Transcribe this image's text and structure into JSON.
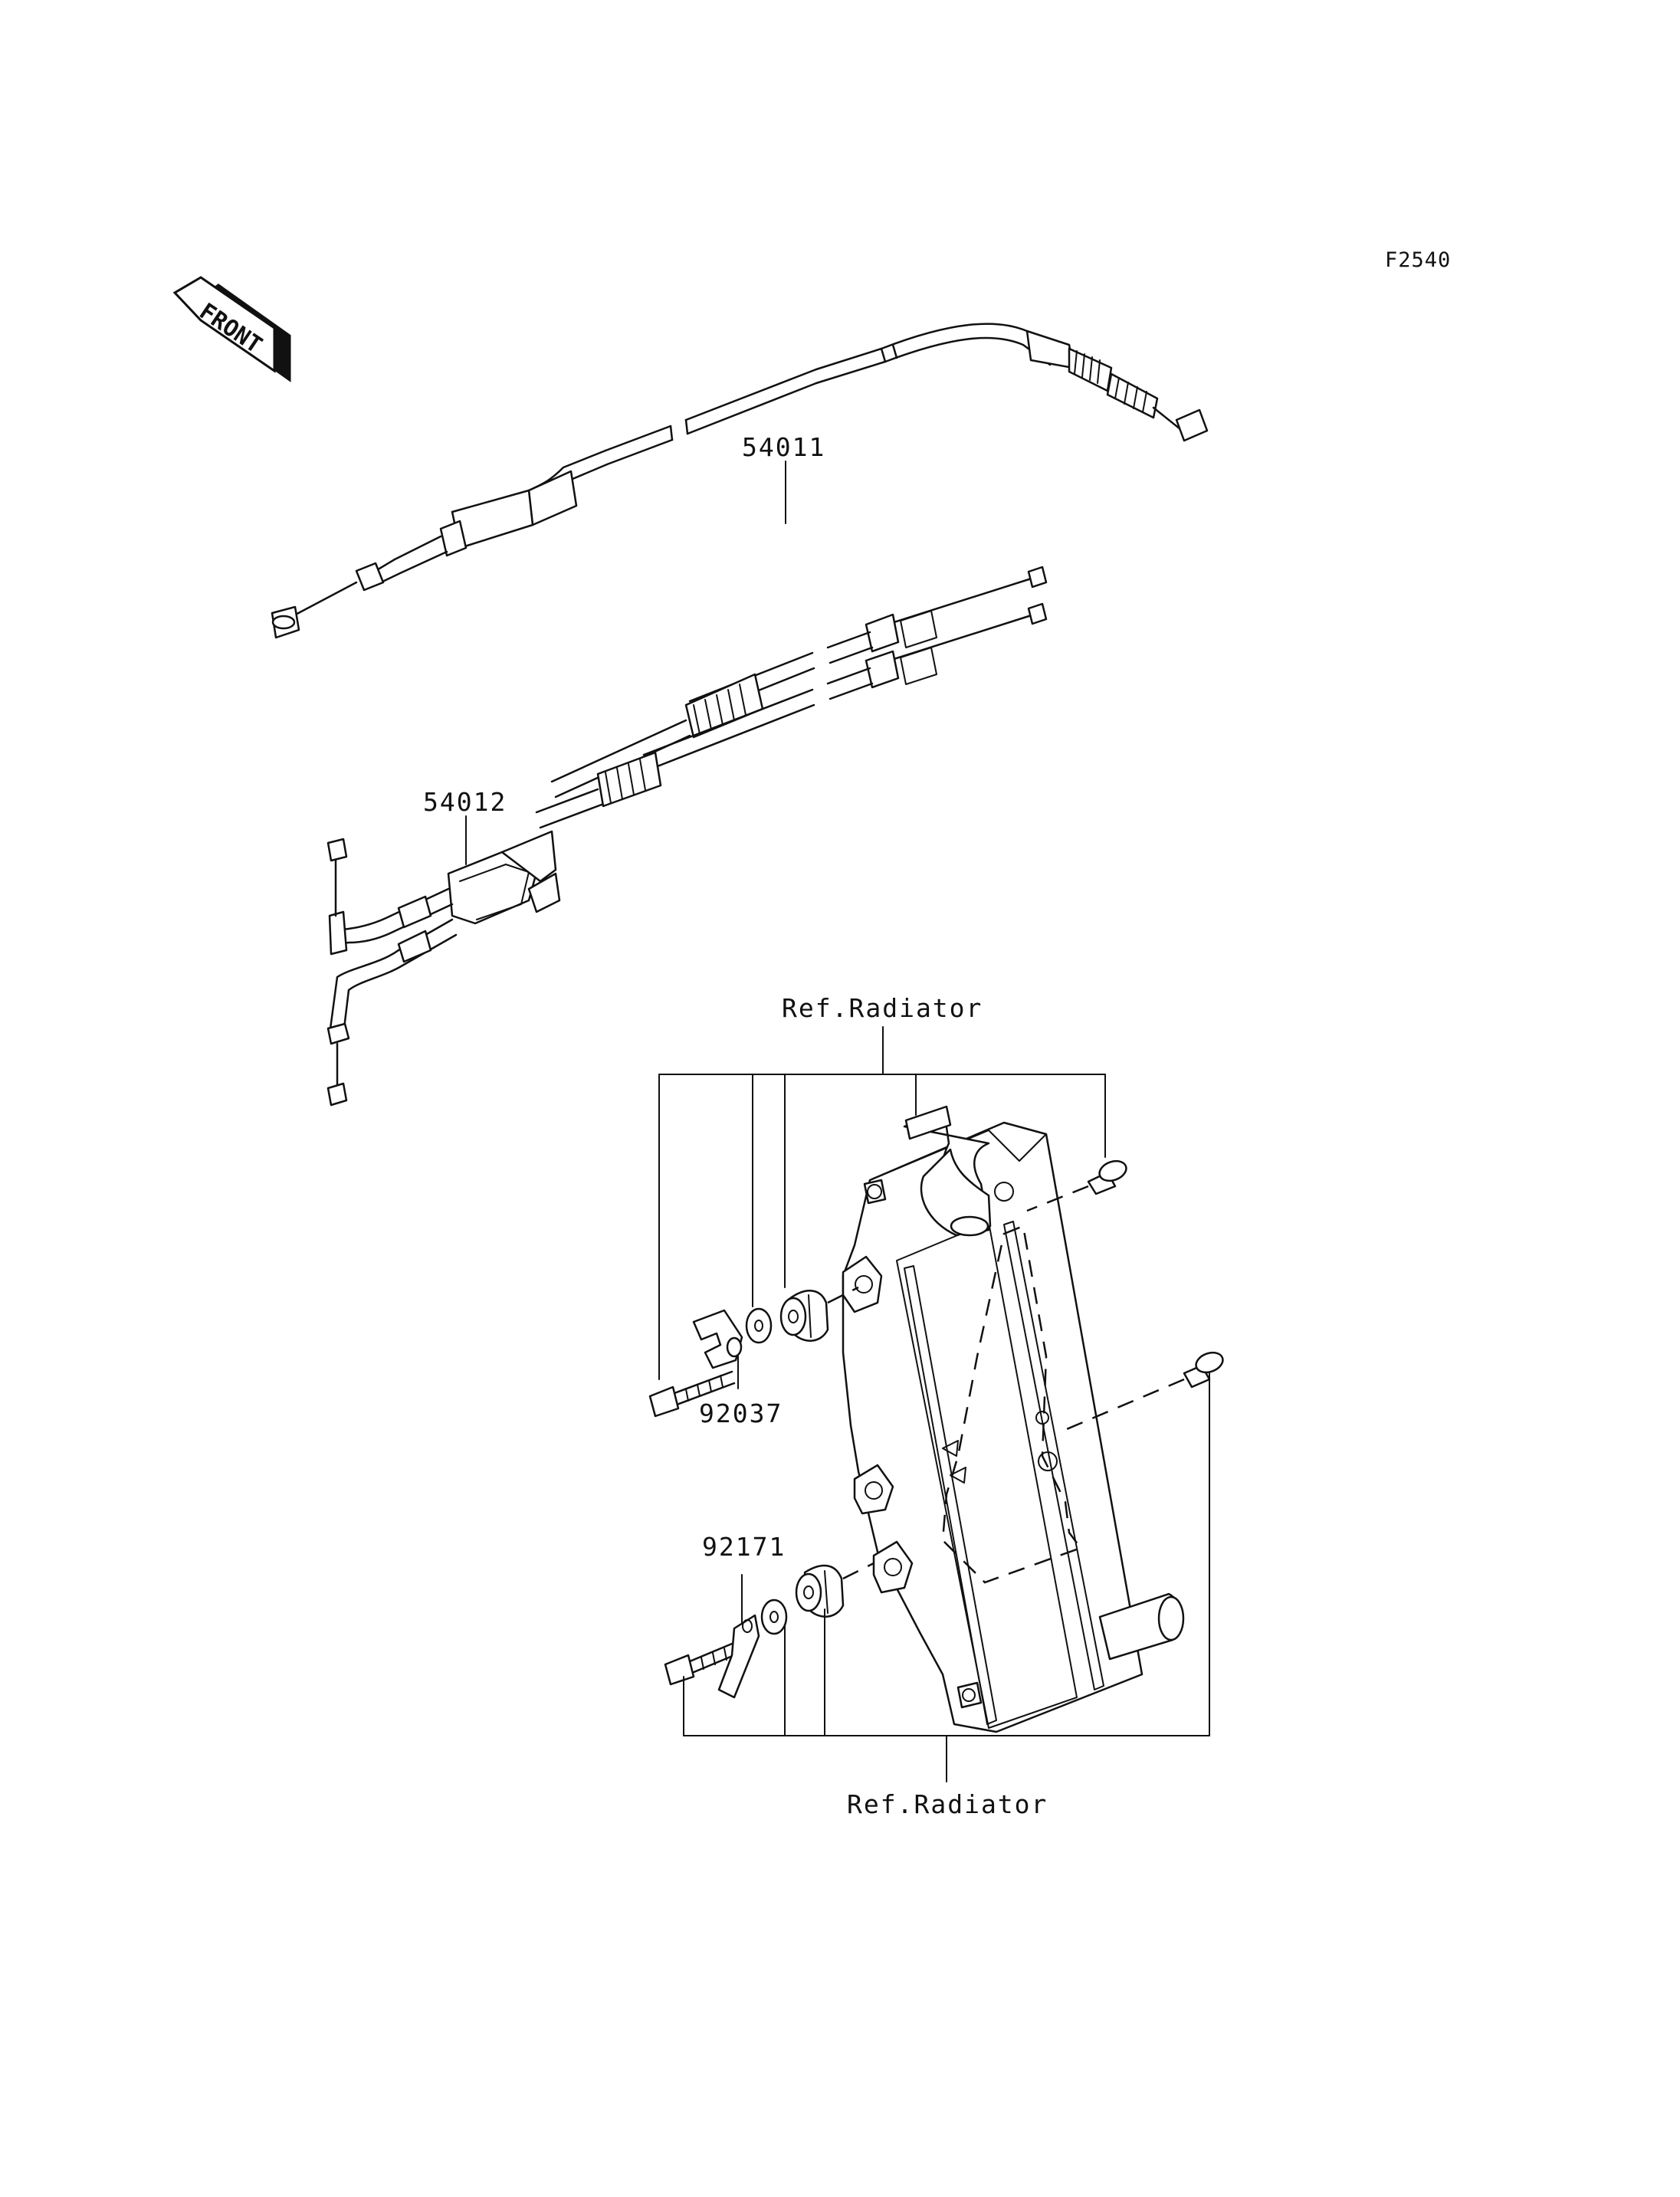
{
  "diagram_code": "F2540",
  "front_badge": "FRONT",
  "parts": [
    {
      "id": "throttle_cable_a",
      "number": "54011"
    },
    {
      "id": "throttle_cable_b",
      "number": "54012"
    },
    {
      "id": "clamp",
      "number": "92037"
    },
    {
      "id": "band",
      "number": "92171"
    }
  ],
  "references": {
    "top": "Ref.Radiator",
    "bottom": "Ref.Radiator"
  }
}
